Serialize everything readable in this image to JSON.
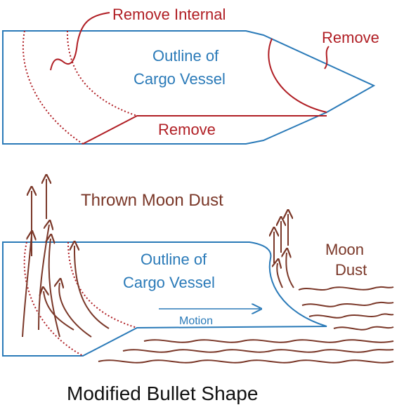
{
  "top_diagram": {
    "remove_internal_label": "Remove Internal",
    "remove_nose_label": "Remove",
    "remove_bottom_label": "Remove",
    "outline_line1": "Outline of",
    "outline_line2": "Cargo Vessel"
  },
  "bottom_diagram": {
    "thrown_dust_label": "Thrown Moon Dust",
    "moon_dust_line1": "Moon",
    "moon_dust_line2": "Dust",
    "outline_line1": "Outline of",
    "outline_line2": "Cargo Vessel",
    "motion_label": "Motion"
  },
  "caption": "Modified Bullet Shape",
  "colors": {
    "vessel_outline": "#2a7ab8",
    "removal_marks": "#b01e24",
    "moon_dust": "#7a3728"
  }
}
